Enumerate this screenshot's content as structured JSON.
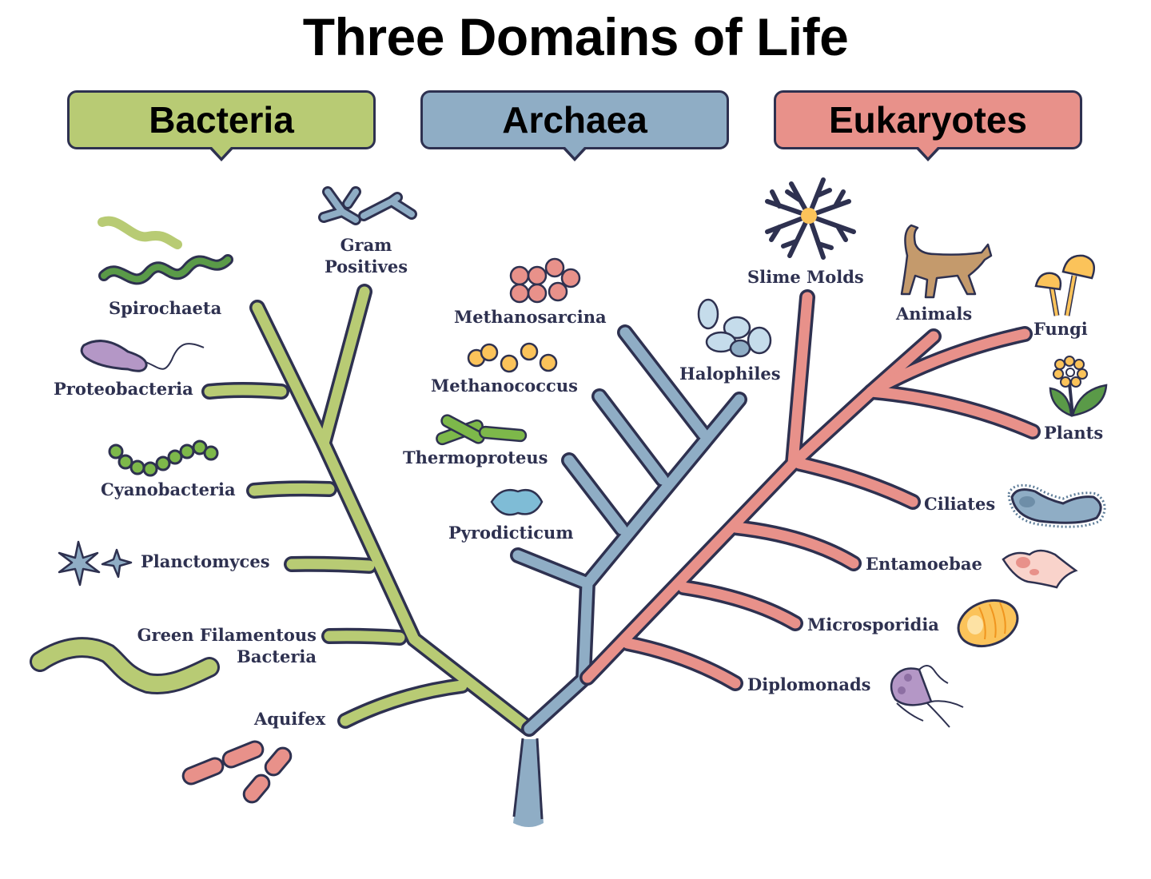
{
  "title": "Three Domains of Life",
  "domains": {
    "bacteria": {
      "label": "Bacteria",
      "color": "#b8cb74"
    },
    "archaea": {
      "label": "Archaea",
      "color": "#8fadc5"
    },
    "eukaryotes": {
      "label": "Eukaryotes",
      "color": "#e8918a"
    }
  },
  "colors": {
    "outline": "#2e3150"
  },
  "bacteria_groups": [
    {
      "label": "Spirochaeta",
      "icon": "spiral-bacterium-icon"
    },
    {
      "label": "Gram Positives",
      "line1": "Gram",
      "line2": "Positives",
      "icon": "branched-rod-icon"
    },
    {
      "label": "Proteobacteria",
      "icon": "flagellated-rod-icon"
    },
    {
      "label": "Cyanobacteria",
      "icon": "bead-chain-icon"
    },
    {
      "label": "Planctomyces",
      "icon": "star-cell-icon"
    },
    {
      "label": "Green Filamentous Bacteria",
      "line1": "Green Filamentous",
      "line2": "Bacteria",
      "icon": "filament-icon"
    },
    {
      "label": "Aquifex",
      "icon": "rod-pair-icon"
    }
  ],
  "archaea_groups": [
    {
      "label": "Methanosarcina",
      "icon": "cell-cluster-icon"
    },
    {
      "label": "Halophiles",
      "icon": "oval-cluster-icon"
    },
    {
      "label": "Methanococcus",
      "icon": "cocci-icon"
    },
    {
      "label": "Thermoproteus",
      "icon": "green-rods-icon"
    },
    {
      "label": "Pyrodicticum",
      "icon": "disc-cell-icon"
    }
  ],
  "eukaryote_groups": [
    {
      "label": "Slime Molds",
      "icon": "slime-mold-icon"
    },
    {
      "label": "Animals",
      "icon": "cat-icon"
    },
    {
      "label": "Fungi",
      "icon": "mushroom-icon"
    },
    {
      "label": "Plants",
      "icon": "flower-icon"
    },
    {
      "label": "Ciliates",
      "icon": "ciliate-icon"
    },
    {
      "label": "Entamoebae",
      "icon": "amoeba-icon"
    },
    {
      "label": "Microsporidia",
      "icon": "spore-icon"
    },
    {
      "label": "Diplomonads",
      "icon": "diplomonad-icon"
    }
  ]
}
